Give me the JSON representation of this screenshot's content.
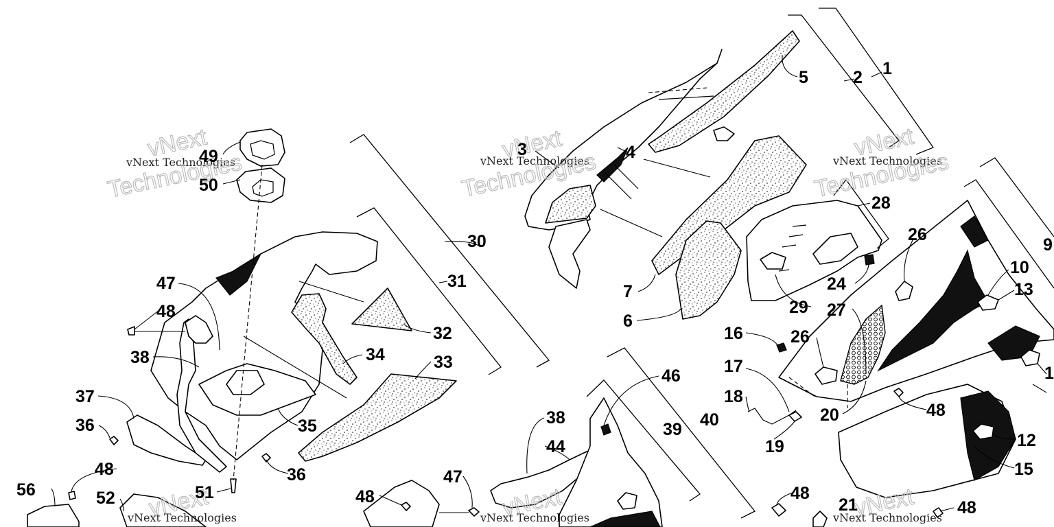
{
  "watermark": {
    "brand_small": "vNext Technologies",
    "brand_big_line1": "vNext",
    "brand_big_line2": "Technologies"
  },
  "callouts": {
    "c1": "1",
    "c2": "2",
    "c3": "3",
    "c4": "4",
    "c5": "5",
    "c6": "6",
    "c7": "7",
    "c9": "9",
    "c10": "10",
    "c12": "12",
    "c13": "13",
    "c14": "1",
    "c15": "15",
    "c16": "16",
    "c17": "17",
    "c18": "18",
    "c19": "19",
    "c20": "20",
    "c21": "21",
    "c24": "24",
    "c26a": "26",
    "c26b": "26",
    "c27": "27",
    "c28": "28",
    "c29": "29",
    "c30": "30",
    "c31": "31",
    "c32": "32",
    "c33": "33",
    "c34": "34",
    "c35": "35",
    "c36a": "36",
    "c36b": "36",
    "c37": "37",
    "c38a": "38",
    "c38b": "38",
    "c39": "39",
    "c40": "40",
    "c44": "44",
    "c46": "46",
    "c47a": "47",
    "c47b": "47",
    "c48a": "48",
    "c48b": "48",
    "c48c": "48",
    "c48d": "48",
    "c48e": "48",
    "c48f": "48",
    "c49": "49",
    "c50": "50",
    "c51": "51",
    "c52": "52",
    "c56": "56"
  },
  "colors": {
    "line": "#000000",
    "background": "#ffffff",
    "watermark": "#bbbbbb"
  }
}
